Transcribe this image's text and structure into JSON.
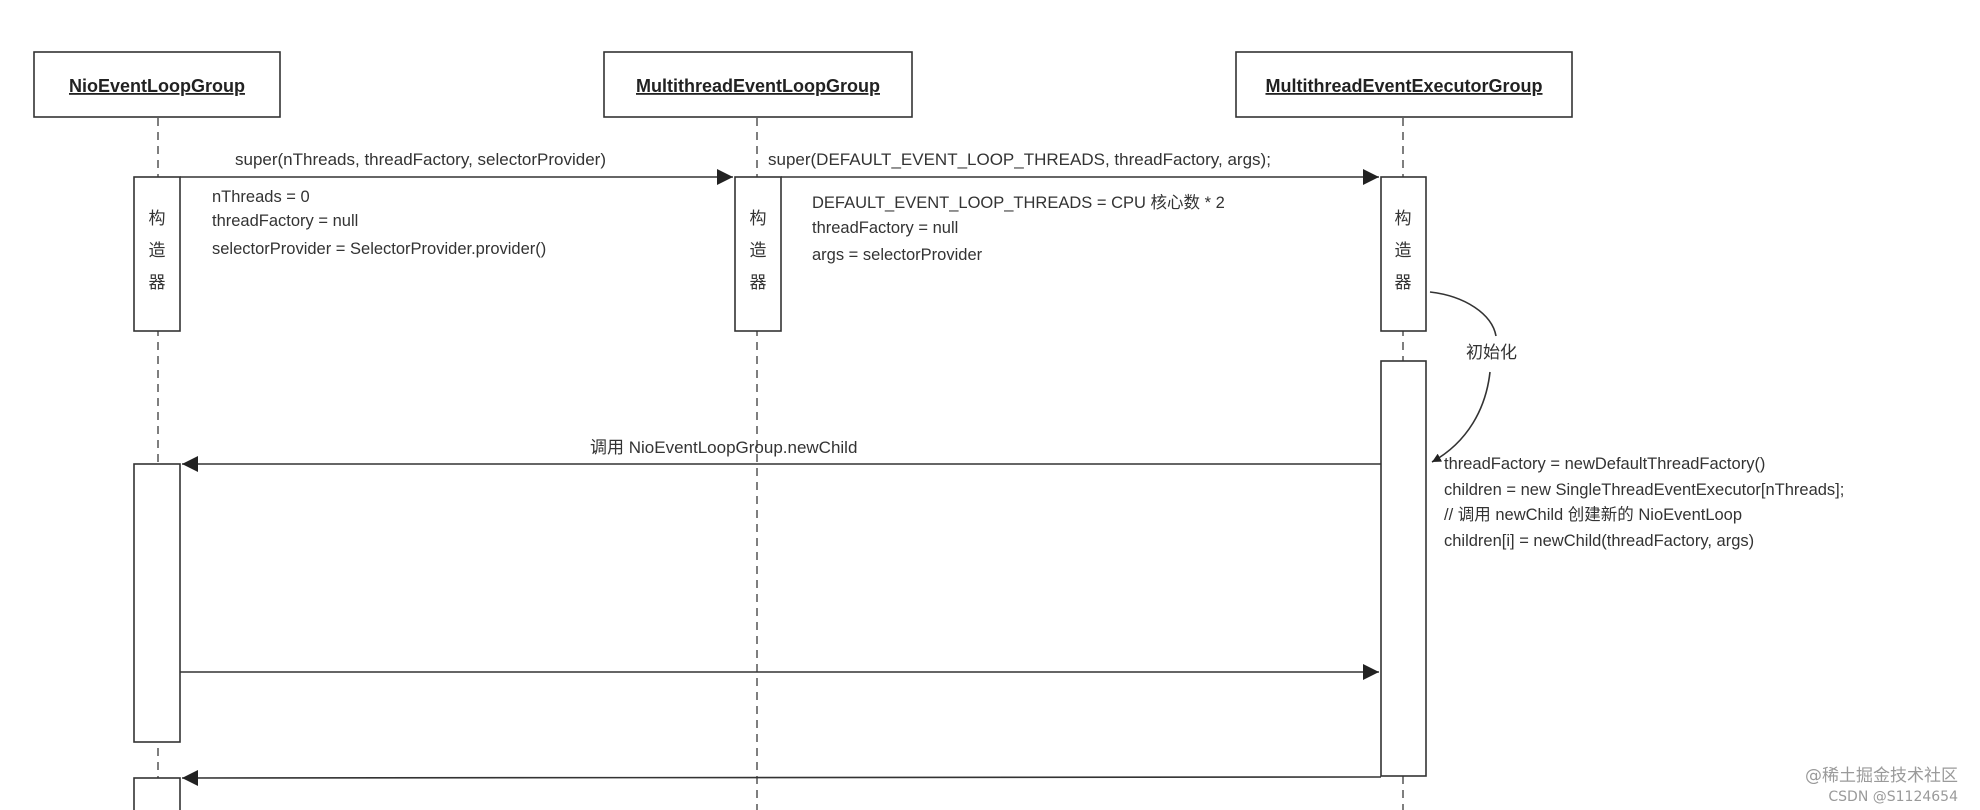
{
  "actors": [
    {
      "id": "nio",
      "name": "NioEventLoopGroup"
    },
    {
      "id": "mtelg",
      "name": "MultithreadEventLoopGroup"
    },
    {
      "id": "mteeg",
      "name": "MultithreadEventExecutorGroup"
    }
  ],
  "constructor_label": [
    "构",
    "造",
    "器"
  ],
  "messages": [
    {
      "id": "m1",
      "label": "super(nThreads, threadFactory, selectorProvider)"
    },
    {
      "id": "m2",
      "label": "super(DEFAULT_EVENT_LOOP_THREADS, threadFactory, args);"
    },
    {
      "id": "m3",
      "label": "调用 NioEventLoopGroup.newChild"
    },
    {
      "id": "m4",
      "label": ""
    },
    {
      "id": "m5",
      "label": ""
    }
  ],
  "notes": {
    "nio_ctor": [
      "nThreads = 0",
      "threadFactory = null",
      "selectorProvider = SelectorProvider.provider()"
    ],
    "mtelg_ctor": [
      "DEFAULT_EVENT_LOOP_THREADS = CPU 核心数 * 2",
      "threadFactory = null",
      "args = selectorProvider"
    ],
    "init_label": "初始化",
    "init_body": [
      "threadFactory = newDefaultThreadFactory()",
      "children = new SingleThreadEventExecutor[nThreads];",
      "// 调用 newChild 创建新的 NioEventLoop",
      "children[i] = newChild(threadFactory, args)"
    ]
  },
  "watermark": {
    "line1": "@稀土掘金技术社区",
    "line2": "CSDN @S1124654"
  }
}
